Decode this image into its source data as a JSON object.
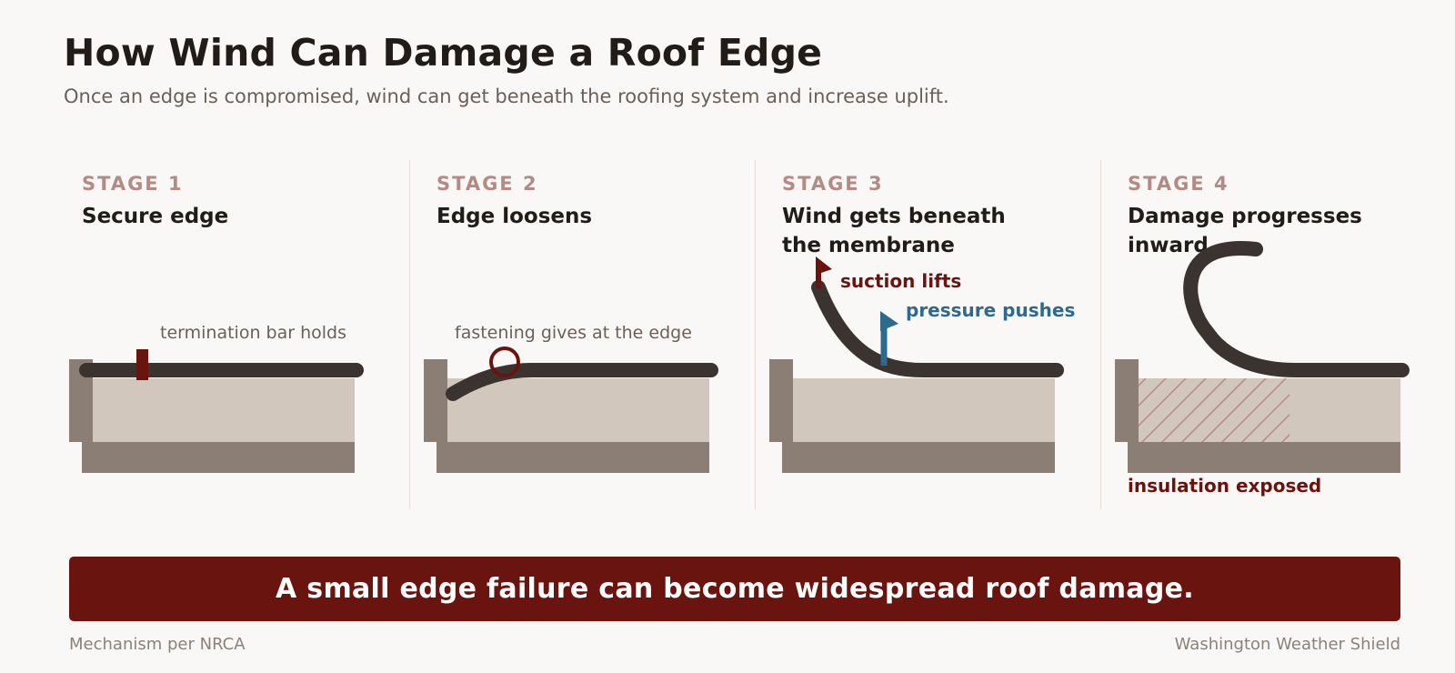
{
  "header": {
    "title": "How Wind Can Damage a Roof Edge",
    "subtitle": "Once an edge is compromised, wind can get beneath the roofing system and increase uplift."
  },
  "stages": [
    {
      "label": "STAGE 1",
      "title": "Secure edge",
      "note": "termination bar holds"
    },
    {
      "label": "STAGE 2",
      "title": "Edge loosens",
      "note": "fastening gives at the edge"
    },
    {
      "label": "STAGE 3",
      "title": "Wind gets beneath the membrane",
      "suction": "suction lifts",
      "pressure": "pressure pushes"
    },
    {
      "label": "STAGE 4",
      "title": "Damage progresses inward",
      "note": "insulation exposed"
    }
  ],
  "banner": {
    "text": "A small edge failure can become widespread roof damage."
  },
  "footer": {
    "left": "Mechanism per NRCA",
    "right": "Washington Weather Shield"
  },
  "colors": {
    "membrane": "#3a3330",
    "insulation": "#d1c7bd",
    "deck": "#8b7f75",
    "accent_red": "#6a1410",
    "accent_blue": "#2e6a8e",
    "stage_label": "#b48a84"
  }
}
